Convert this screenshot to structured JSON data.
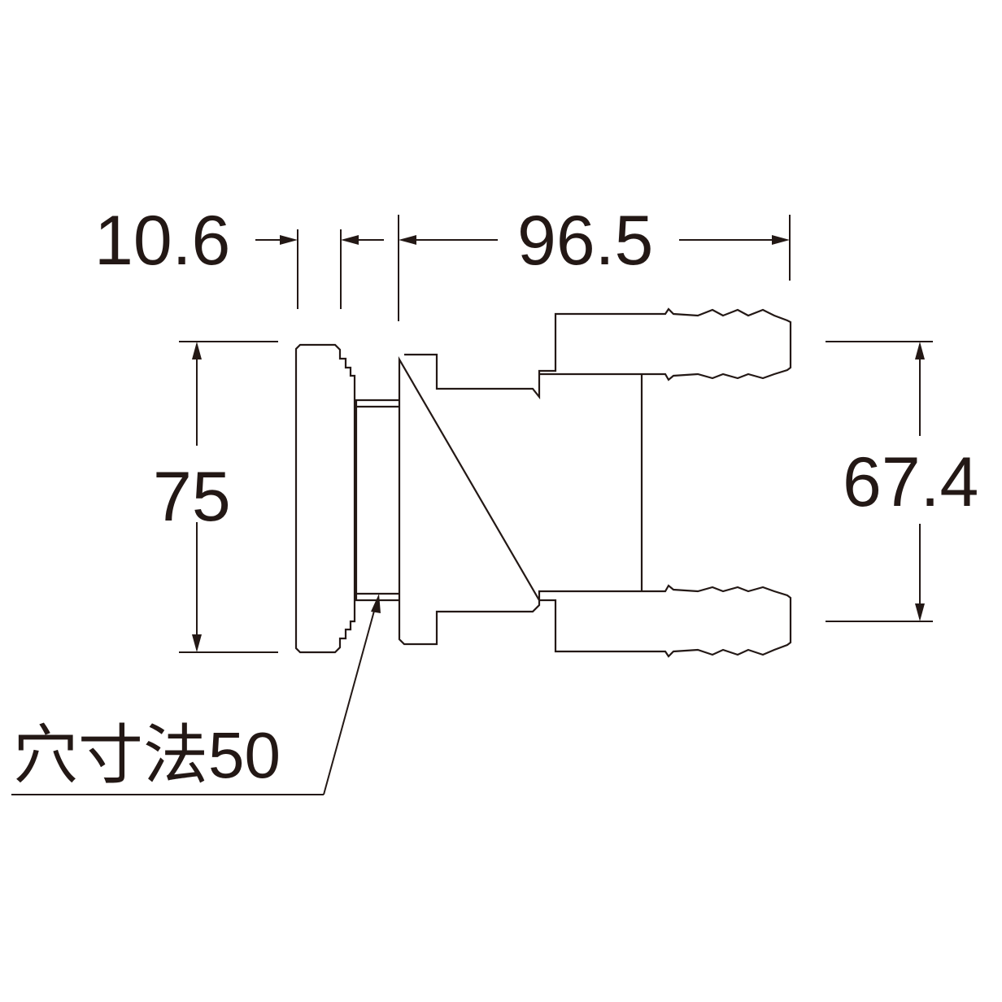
{
  "dimensions": {
    "flange_thickness": "10.6",
    "body_length": "96.5",
    "flange_diameter": "75",
    "nozzle_pitch": "67.4"
  },
  "callout": {
    "hole_size": "穴寸法50"
  }
}
